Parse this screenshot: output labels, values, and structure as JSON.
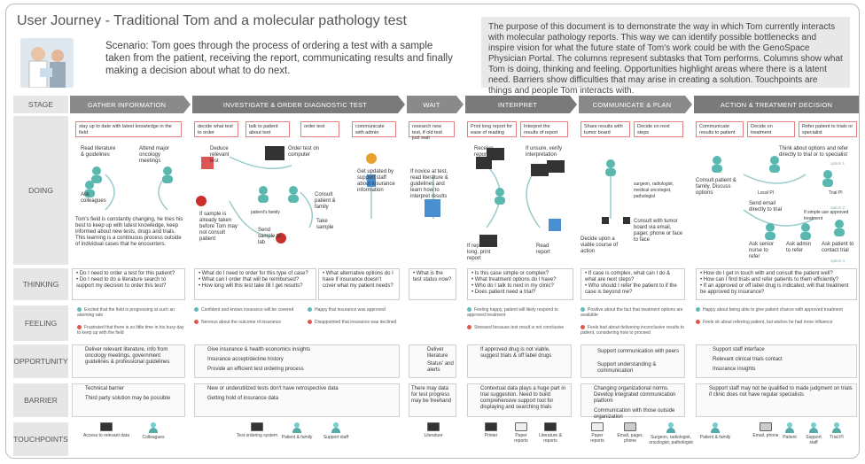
{
  "title": "User Journey - Traditional Tom and a molecular pathology test",
  "scenario": "Scenario: Tom goes through the process of ordering a test with a sample taken from the patient, receiving the report, communicating results and finally making a decision about what to do next.",
  "purpose": "The purpose of this document is to demonstrate the way in which Tom currently interacts with molecular pathology reports. This way we can identify possible bottlenecks and inspire vision for what the future state of Tom's work could be with the GenoSpace Physician Portal. The columns represent subtasks that Tom performs. Columns show what Tom is doing, thinking and feeling. Opportunities highlight areas where there is a latent need. Barriers show difficulties that may arise in creating a solution. Touchpoints are things and people Tom interacts with.",
  "row_labels": {
    "stage": "STAGE",
    "doing": "DOING",
    "thinking": "THINKING",
    "feeling": "FEELING",
    "opportunity": "OPPORTUNITY",
    "barrier": "BARRIER",
    "touchpoints": "TOUCHPOINTS"
  },
  "stages": [
    "GATHER INFORMATION",
    "INVESTIGATE & ORDER DIAGNOSTIC TEST",
    "WAIT",
    "INTERPRET",
    "COMMUNICATE & PLAN",
    "ACTION & TREATMENT DECISION"
  ],
  "tasks": [
    "stay up to date with latest knowledge in the field",
    "decide what test to order",
    "talk to patient about test",
    "order test",
    "communicate with admin",
    "research new test, if old test just wait",
    "Print long report for ease of reading",
    "Interpret the results of report",
    "Share results with tumor board",
    "Decide on next steps",
    "Communicate results to patient",
    "Decide on treatment",
    "Refer patient to trials or specialist"
  ],
  "doing": {
    "g1": "Read literature & guidelines",
    "g2": "Attend major oncology meetings",
    "g3": "Ask colleagues",
    "g4": "Tom's field is constantly changing, he tries his best to keep up with latest knowledge, keep informed about new tests, drugs and trials. This learning is a continuous process outside of individual cases that he encounters.",
    "i1": "Deduce relevant test",
    "i2": "Order test on computer",
    "i3": "If sample is already taken before Tom may not consult patient",
    "i4": "patient's family",
    "i5": "Consult patient & family",
    "i6": "Send sample to lab",
    "i7": "Take sample",
    "i8": "Get updated by support staff about insurance information",
    "w1": "If novice at test, read literature & guidelines and learn how to interpret results",
    "p1": "Receive report",
    "p2": "If unsure, verify interpretation",
    "p3": "If report is long, print report",
    "p4": "Read report",
    "c1": "surgeon, radiologist, medical oncologist, pathologist",
    "c2": "Decide upon a viable course of action",
    "c3": "Consult with tumor board via email, pager, phone or face to face",
    "a1": "Consult patient & family, Discuss options",
    "a2": "Think about options and refer directly to trial or to specialist",
    "a3": "Local PI",
    "a4": "Send email directly to trial",
    "a5": "Trial PI",
    "a6": "If simple use approved treatment",
    "a7": "Ask senior nurse to refer",
    "a8": "Ask admin to refer",
    "a9": "Ask patient to contact trial",
    "a10": "option 1",
    "a11": "option 2",
    "a12": "option 3"
  },
  "thinking": [
    "• Do I need to order a test for this patient?\n• Do I need to do a literature search to support my decision to order this test?",
    "• What do I need to order for this type of case?\n• What can I order that will be reimbursed?\n• How long will this test take till I get results?",
    "• What alternative options do I have if insurance doesn't cover what my patient needs?",
    "• What is the test status now?",
    "• Is this case simple or complex?\n• What treatment options do I have?\n• Who do I talk to next in my clinic?\n• Does patient need a trial?",
    "• If case is complex, what can I do & what are next steps?\n• Who should I refer the patient to if the case is beyond me?",
    "• How do I get in touch with and consult the patient well?\n• How can I find trials and refer patients to them efficiently?\n• If an approved or off label drug is indicated, will that treatment be approved by insurance?"
  ],
  "feeling": {
    "f1": "Excited that the field is progressing at such an alarming rate",
    "f2": "Frustrated that there is so little time in his busy day to keep up with the field",
    "f3": "Confident and knows insurance will be covered",
    "f4": "Nervous about the outcome of insurance",
    "f5": "Happy that insurance was approved",
    "f6": "Disappointed that insurance was declined",
    "f7": "Feeling happy, patient will likely respond to approved treatment",
    "f8": "Stressed because test result is not conclusive",
    "f9": "Positive about the fact that treatment options are available",
    "f10": "Feels bad about delivering inconclusive results to patient, considering how to proceed",
    "f11": "Happy about being able to give patient chance with approved treatment",
    "f12": "Feels ok about referring patient, but wishes he had more influence"
  },
  "opportunity": {
    "o1": "Deliver relevant literature, info from oncology meetings, government guidelines & professional guidelines",
    "o2": "Give insurance & health economics insights",
    "o3": "Insurance accept/decline history",
    "o4": "Provide an efficient test ordering process",
    "o5": "Deliver literature",
    "o6": "Status' and alerts",
    "o7": "If approved drug is not viable, suggest trials & off label drugs",
    "o8": "Support communication with peers",
    "o9": "Support understanding & communication",
    "o10": "Support staff interface",
    "o11": "Relevant clinical trials contact",
    "o12": "Insurance insights"
  },
  "barrier": {
    "b1": "Technical barrier",
    "b2": "Third party solution may be possible",
    "b3": "New or underutilized tests don't have retrospective data",
    "b4": "Getting hold of insurance data",
    "b5": "There may data for test progress may be freehand",
    "b6": "Contextual data plays a huge part in trial suggestion. Need to build comprehensive support tool for displaying and searching trials",
    "b7": "Changing organizational norms.",
    "b8": "Develop integrated communication platform",
    "b9": "Communication with those outside organization",
    "b10": "Support staff may not be qualified to made judgment on trials if clinic does not have regular specialists"
  },
  "touchpoints": {
    "t1": "Access to relevant data",
    "t2": "Colleagues",
    "t3": "Test ordering system",
    "t4": "Patient & family",
    "t5": "Support staff",
    "t6": "Literature",
    "t7": "Printer",
    "t8": "Paper reports",
    "t9": "Literature & reports",
    "t10": "Paper reports",
    "t11": "Email, pager, phone",
    "t12": "Surgeon, radiologist, oncologist, pathologist",
    "t13": "Patient & family",
    "t14": "Email, phone",
    "t15": "Patient",
    "t16": "Support staff",
    "t17": "Trial PI"
  },
  "colors": {
    "stage_dark": "#7a7a7a",
    "stage_light": "#8a8a8a",
    "task_border": "#e08080",
    "happy": "#5bbfb5",
    "sad": "#e2574c",
    "figure": "#5aa"
  }
}
